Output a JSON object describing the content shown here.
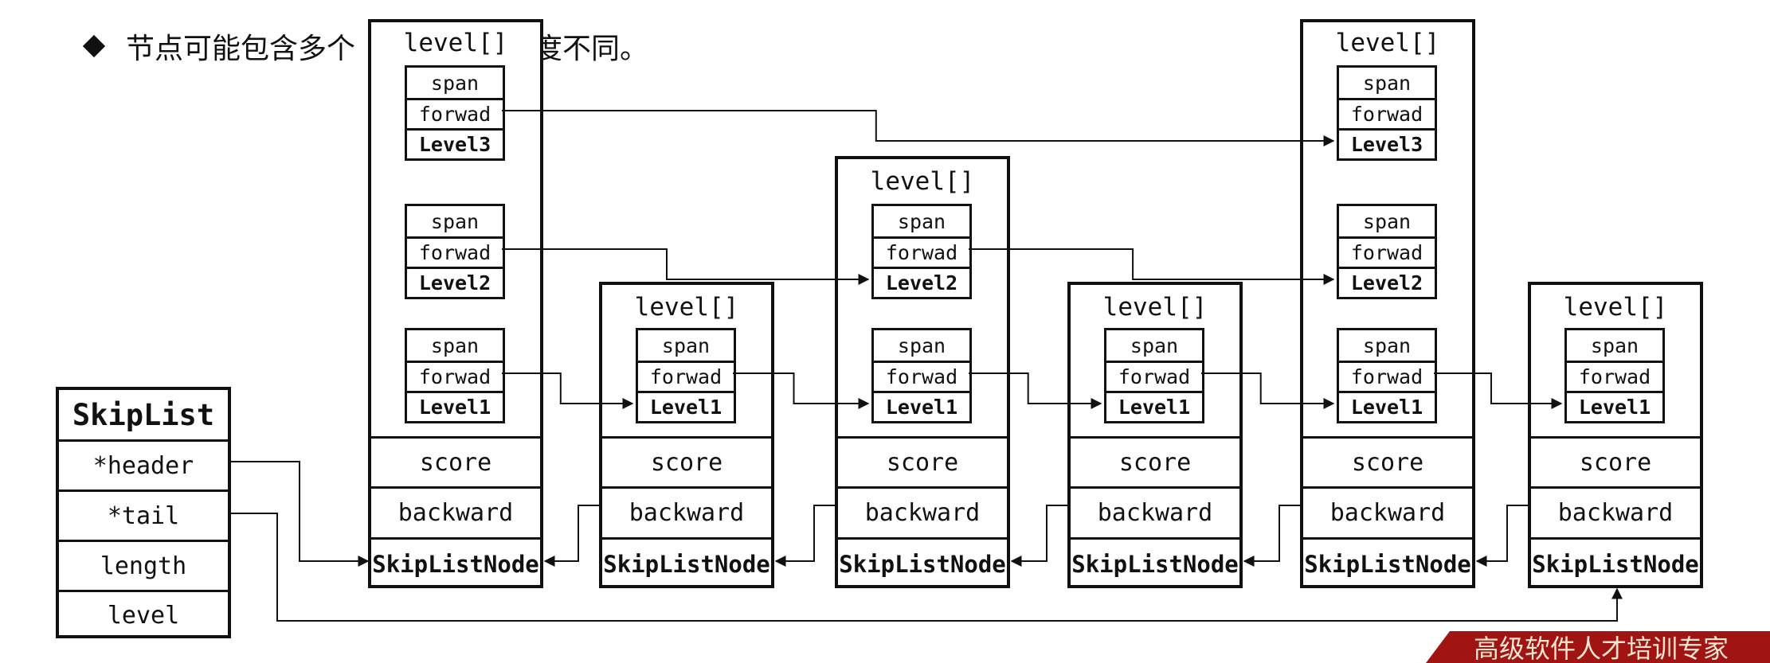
{
  "bullet": {
    "text": "节点可能包含多个",
    "text_tail": "度不同。"
  },
  "skiplist": {
    "title": "SkipList",
    "fields": [
      "*header",
      "*tail",
      "length",
      "level"
    ]
  },
  "node_labels": {
    "level_array": "level[]",
    "span": "span",
    "forward": "forwad",
    "score": "score",
    "backward": "backward",
    "node_name": "SkipListNode"
  },
  "nodes": [
    {
      "id": "node1",
      "levels": [
        "Level3",
        "Level2",
        "Level1"
      ]
    },
    {
      "id": "node2",
      "levels": [
        "Level1"
      ]
    },
    {
      "id": "node3",
      "levels": [
        "Level2",
        "Level1"
      ]
    },
    {
      "id": "node4",
      "levels": [
        "Level1"
      ]
    },
    {
      "id": "node5",
      "levels": [
        "Level3",
        "Level2",
        "Level1"
      ]
    },
    {
      "id": "node6",
      "levels": [
        "Level1"
      ]
    }
  ],
  "banner": {
    "text": "高级软件人才培训专家"
  },
  "colors": {
    "line": "#111111",
    "banner": "#a11414"
  },
  "icons": [
    "bullet-diamond-icon",
    "mouse-cursor-icon"
  ]
}
